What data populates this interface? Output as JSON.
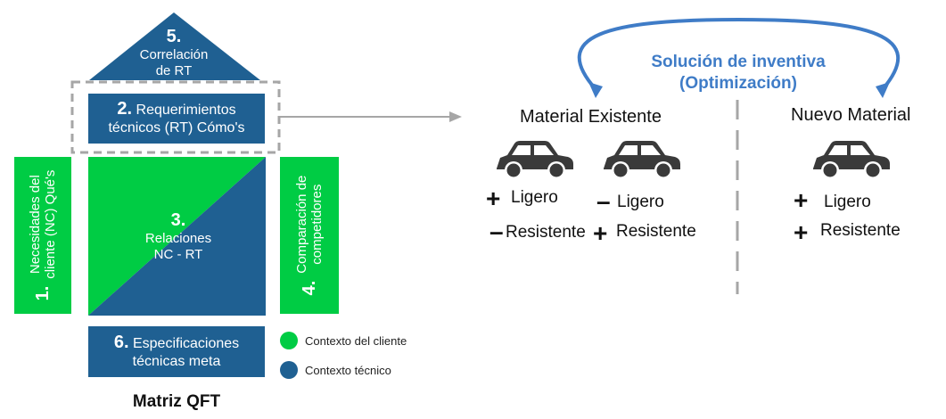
{
  "qft": {
    "roof": {
      "number": "5.",
      "line1": "Correlación",
      "line2": "de RT"
    },
    "hows": {
      "number": "2.",
      "line1": "Requerimientos",
      "line2": "técnicos (RT) Cómo's"
    },
    "whats": {
      "number": "1.",
      "line1": "Necesidades del",
      "line2": "cliente (NC) Qué's"
    },
    "relations": {
      "number": "3.",
      "line1": "Relaciones",
      "line2": "NC - RT"
    },
    "competitors": {
      "number": "4.",
      "line1": "Comparación de",
      "line2": "competidores"
    },
    "specs": {
      "number": "6.",
      "line1": "Especificaciones",
      "line2": "técnicas meta"
    },
    "caption": "Matriz QFT"
  },
  "legend": [
    {
      "label": "Contexto del cliente",
      "color": "#00cc44"
    },
    {
      "label": "Contexto técnico",
      "color": "#1f6092"
    }
  ],
  "inventive": {
    "line1": "Solución de inventiva",
    "line2": "(Optimización)"
  },
  "existing": {
    "title": "Material Existente",
    "car1": {
      "sign1": "+",
      "prop1": "Ligero",
      "sign2": "–",
      "prop2": "Resistente"
    },
    "car2": {
      "sign1": "–",
      "prop1": "Ligero",
      "sign2": "+",
      "prop2": "Resistente"
    }
  },
  "new_material": {
    "title": "Nuevo Material",
    "car": {
      "sign1": "+",
      "prop1": "Ligero",
      "sign2": "+",
      "prop2": "Resistente"
    }
  },
  "icons": [
    "car-icon",
    "curved-arrow-icon",
    "right-arrow-icon"
  ]
}
